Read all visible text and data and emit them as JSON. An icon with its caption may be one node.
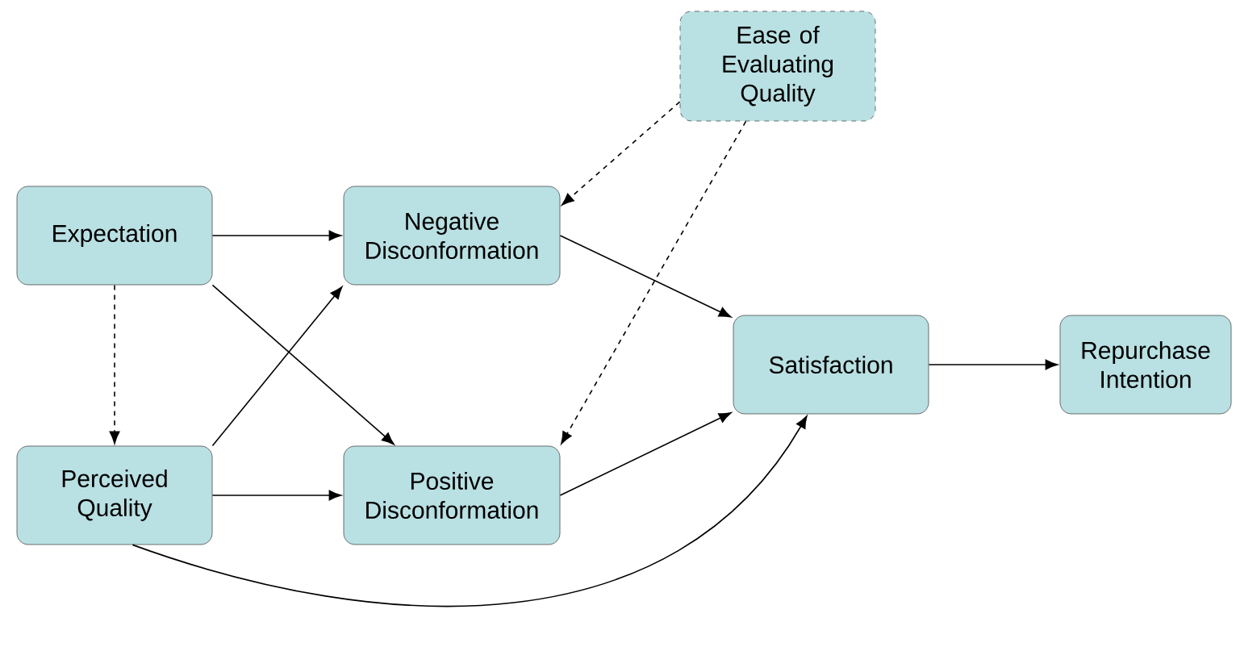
{
  "diagram": {
    "nodes": [
      {
        "text": [
          "Expectation"
        ]
      },
      {
        "text": [
          "Negative Disconformation"
        ]
      },
      {
        "text": [
          "Ease of Evaluating Quality"
        ]
      },
      {
        "text": [
          "Satisfaction"
        ]
      },
      {
        "text": [
          "Repurchase Intention"
        ]
      },
      {
        "text": [
          "Perceived Quality"
        ]
      },
      {
        "text": [
          "Positive Disconformation"
        ]
      }
    ],
    "edges": [
      {
        "from": 0,
        "to": 1,
        "arrow": "to"
      },
      {
        "from": 0,
        "to": 6,
        "arrow": "to"
      },
      {
        "from": 0,
        "to": 5,
        "arrow": "to",
        "style": "dashed"
      },
      {
        "from": 5,
        "to": 1,
        "arrow": "to"
      },
      {
        "from": 5,
        "to": 6,
        "arrow": "to"
      },
      {
        "from": 5,
        "to": 3,
        "arrow": "to"
      },
      {
        "from": 2,
        "to": 1,
        "arrow": "to",
        "style": "dashed"
      },
      {
        "from": 2,
        "to": 6,
        "arrow": "to",
        "style": "dashed"
      },
      {
        "from": 1,
        "to": 3,
        "arrow": "to"
      },
      {
        "from": 6,
        "to": 3,
        "arrow": "to"
      },
      {
        "from": 3,
        "to": 4,
        "arrow": "to"
      }
    ]
  }
}
